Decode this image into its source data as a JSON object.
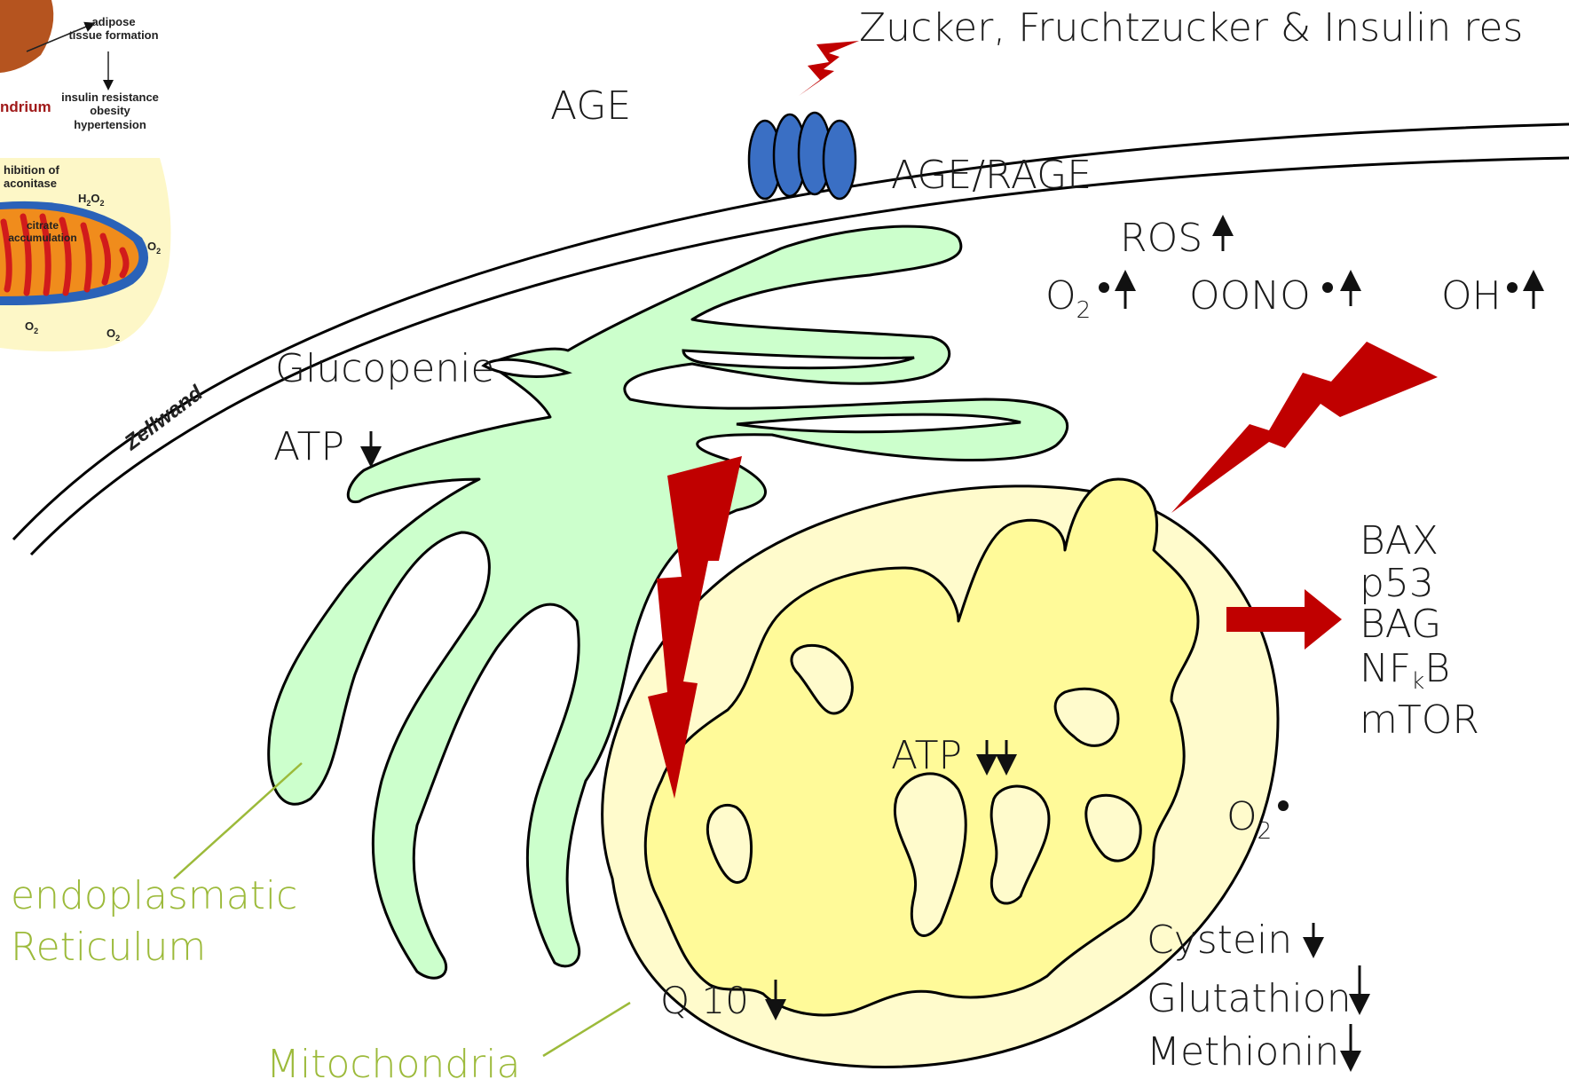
{
  "colors": {
    "membrane": "#000000",
    "receptor": "#3a6fc4",
    "er_fill": "#ccffcc",
    "mito_outer": "#fffbcc",
    "mito_inner": "#fffa99",
    "bolt": "#c00000",
    "green_label": "#9cba3a"
  },
  "labels": {
    "sugar": "Zucker, Fruchtzucker & Insulin res",
    "age": "AGE",
    "age_rage": "AGE/RAGE",
    "ros": "ROS",
    "o2": "O",
    "o2_sub": "2",
    "oono": "OONO",
    "oh": "OH",
    "zellwand": "Zellwand",
    "glucopenie": "Glucopenie",
    "atp": "ATP",
    "atp_mito": "ATP",
    "er_line1": "endoplasmatic",
    "er_line2": "Reticulum",
    "mito_label": "Mitochondria",
    "q10": "Q 10",
    "o2_mito": "O",
    "o2_mito_sub": "2",
    "cystein": "Cystein",
    "glutathion": "Glutathion",
    "methionin": "Methionin",
    "bax": "BAX",
    "p53": "p53",
    "bag": "BAG",
    "nfkb": "NF",
    "nfkb_sub": "k",
    "nfkb_end": "B",
    "mtor": "mTOR"
  },
  "inset": {
    "adipose": "adipose",
    "tissue": "tissue formation",
    "ndrium": "ndrium",
    "insulin": "insulin resistance",
    "obesity": "obesity",
    "hypertension": "hypertension",
    "hibition": "hibition of",
    "aconitase": "aconitase",
    "h2o2": "H",
    "h2o2_sub": "2",
    "h2o2_o": "O",
    "h2o2_sub2": "2",
    "citrate": "citrate",
    "accumulation": "accumulation",
    "o2a": "O",
    "o2b": "O",
    "o2c": "O",
    "o2_sub": "2"
  }
}
